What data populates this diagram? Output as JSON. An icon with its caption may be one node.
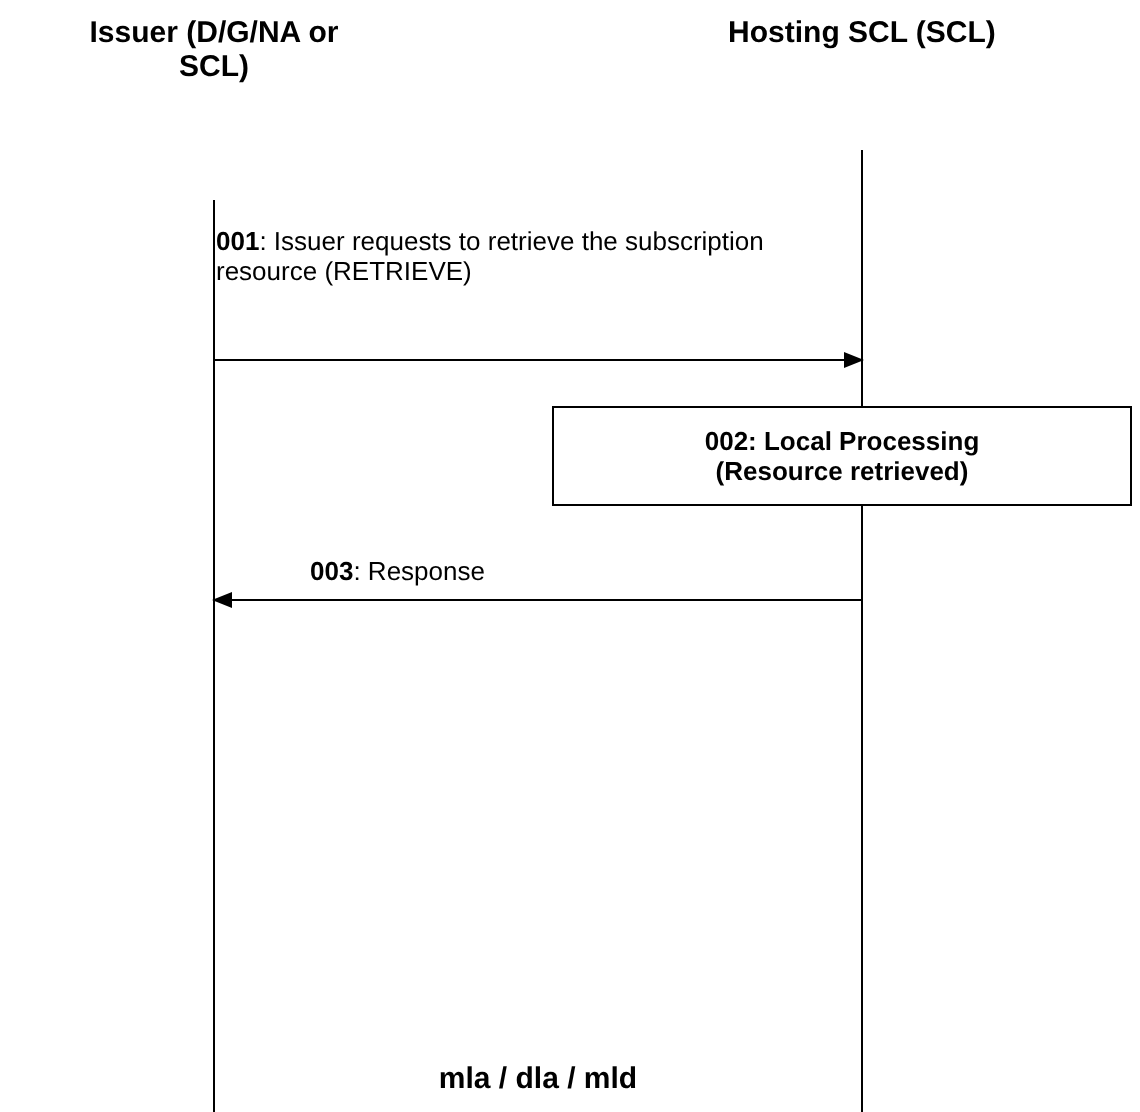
{
  "diagram": {
    "nodes": [
      {
        "text": [
          "Issuer (D/G/NA or SCL)"
        ]
      },
      {
        "text": [
          "Hosting SCL (SCL)"
        ]
      },
      {
        "text": [
          "002: Local Processing (Resource retrieved)"
        ]
      }
    ],
    "edges": [
      {
        "from": 0,
        "to": 1,
        "arrow": "to",
        "label": "**001**: Issuer requests to retrieve the subscription resource (RETRIEVE)"
      },
      {
        "from": 1,
        "to": 0,
        "arrow": "to",
        "label": "**003**: Response"
      }
    ],
    "labels": [
      "mla / dla / mld"
    ]
  }
}
